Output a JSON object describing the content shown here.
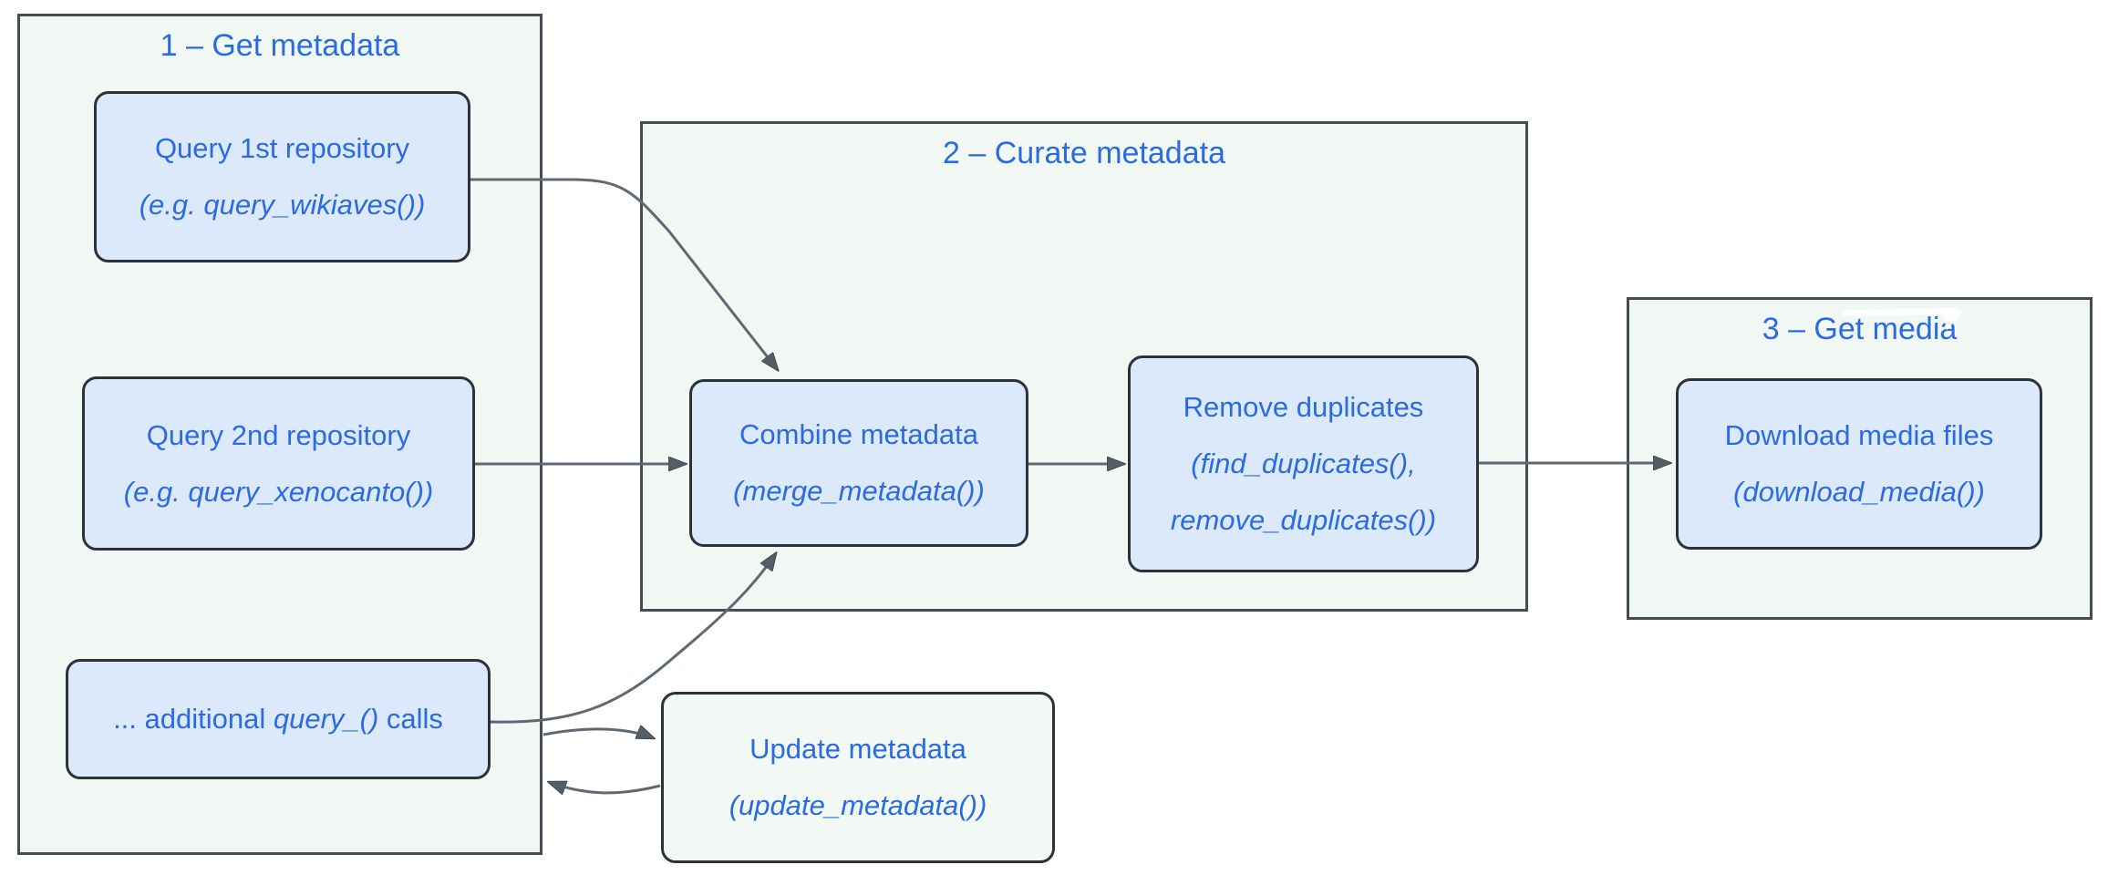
{
  "diagram": {
    "kind": "flowchart",
    "colors": {
      "node_fill": "#dce9fa",
      "container_fill": "#f1f8f3",
      "text_blue": "#2a6be4",
      "border_dark": "#2c3237",
      "arrow_gray": "#5e6973"
    },
    "containers": {
      "get_metadata": {
        "title": "1 – Get metadata"
      },
      "curate": {
        "title": "2 – Curate metadata"
      },
      "get_media": {
        "title": "3 – Get media"
      }
    },
    "nodes": {
      "query1": {
        "line1": "Query 1st repository",
        "line2": "(e.g. query_wikiaves())"
      },
      "query2": {
        "line1": "Query 2nd repository",
        "line2": "(e.g. query_xenocanto())"
      },
      "additional": {
        "prefix": "... additional ",
        "code": "query_()",
        "suffix": " calls"
      },
      "combine": {
        "line1": "Combine metadata",
        "line2": "(merge_metadata())"
      },
      "remove": {
        "line1": "Remove duplicates",
        "line2": "(find_duplicates(),",
        "line3": "remove_duplicates())"
      },
      "download": {
        "line1": "Download media files",
        "line2": "(download_media())"
      },
      "update": {
        "line1": "Update metadata",
        "line2": "(update_metadata())"
      }
    },
    "edges": [
      {
        "from": "query-1st-repository",
        "to": "combine-metadata"
      },
      {
        "from": "query-2nd-repository",
        "to": "combine-metadata"
      },
      {
        "from": "additional-query-calls",
        "to": "combine-metadata"
      },
      {
        "from": "get-metadata-group",
        "to": "update-metadata"
      },
      {
        "from": "update-metadata",
        "to": "get-metadata-group"
      },
      {
        "from": "combine-metadata",
        "to": "remove-duplicates"
      },
      {
        "from": "remove-duplicates",
        "to": "download-media-files"
      }
    ]
  }
}
